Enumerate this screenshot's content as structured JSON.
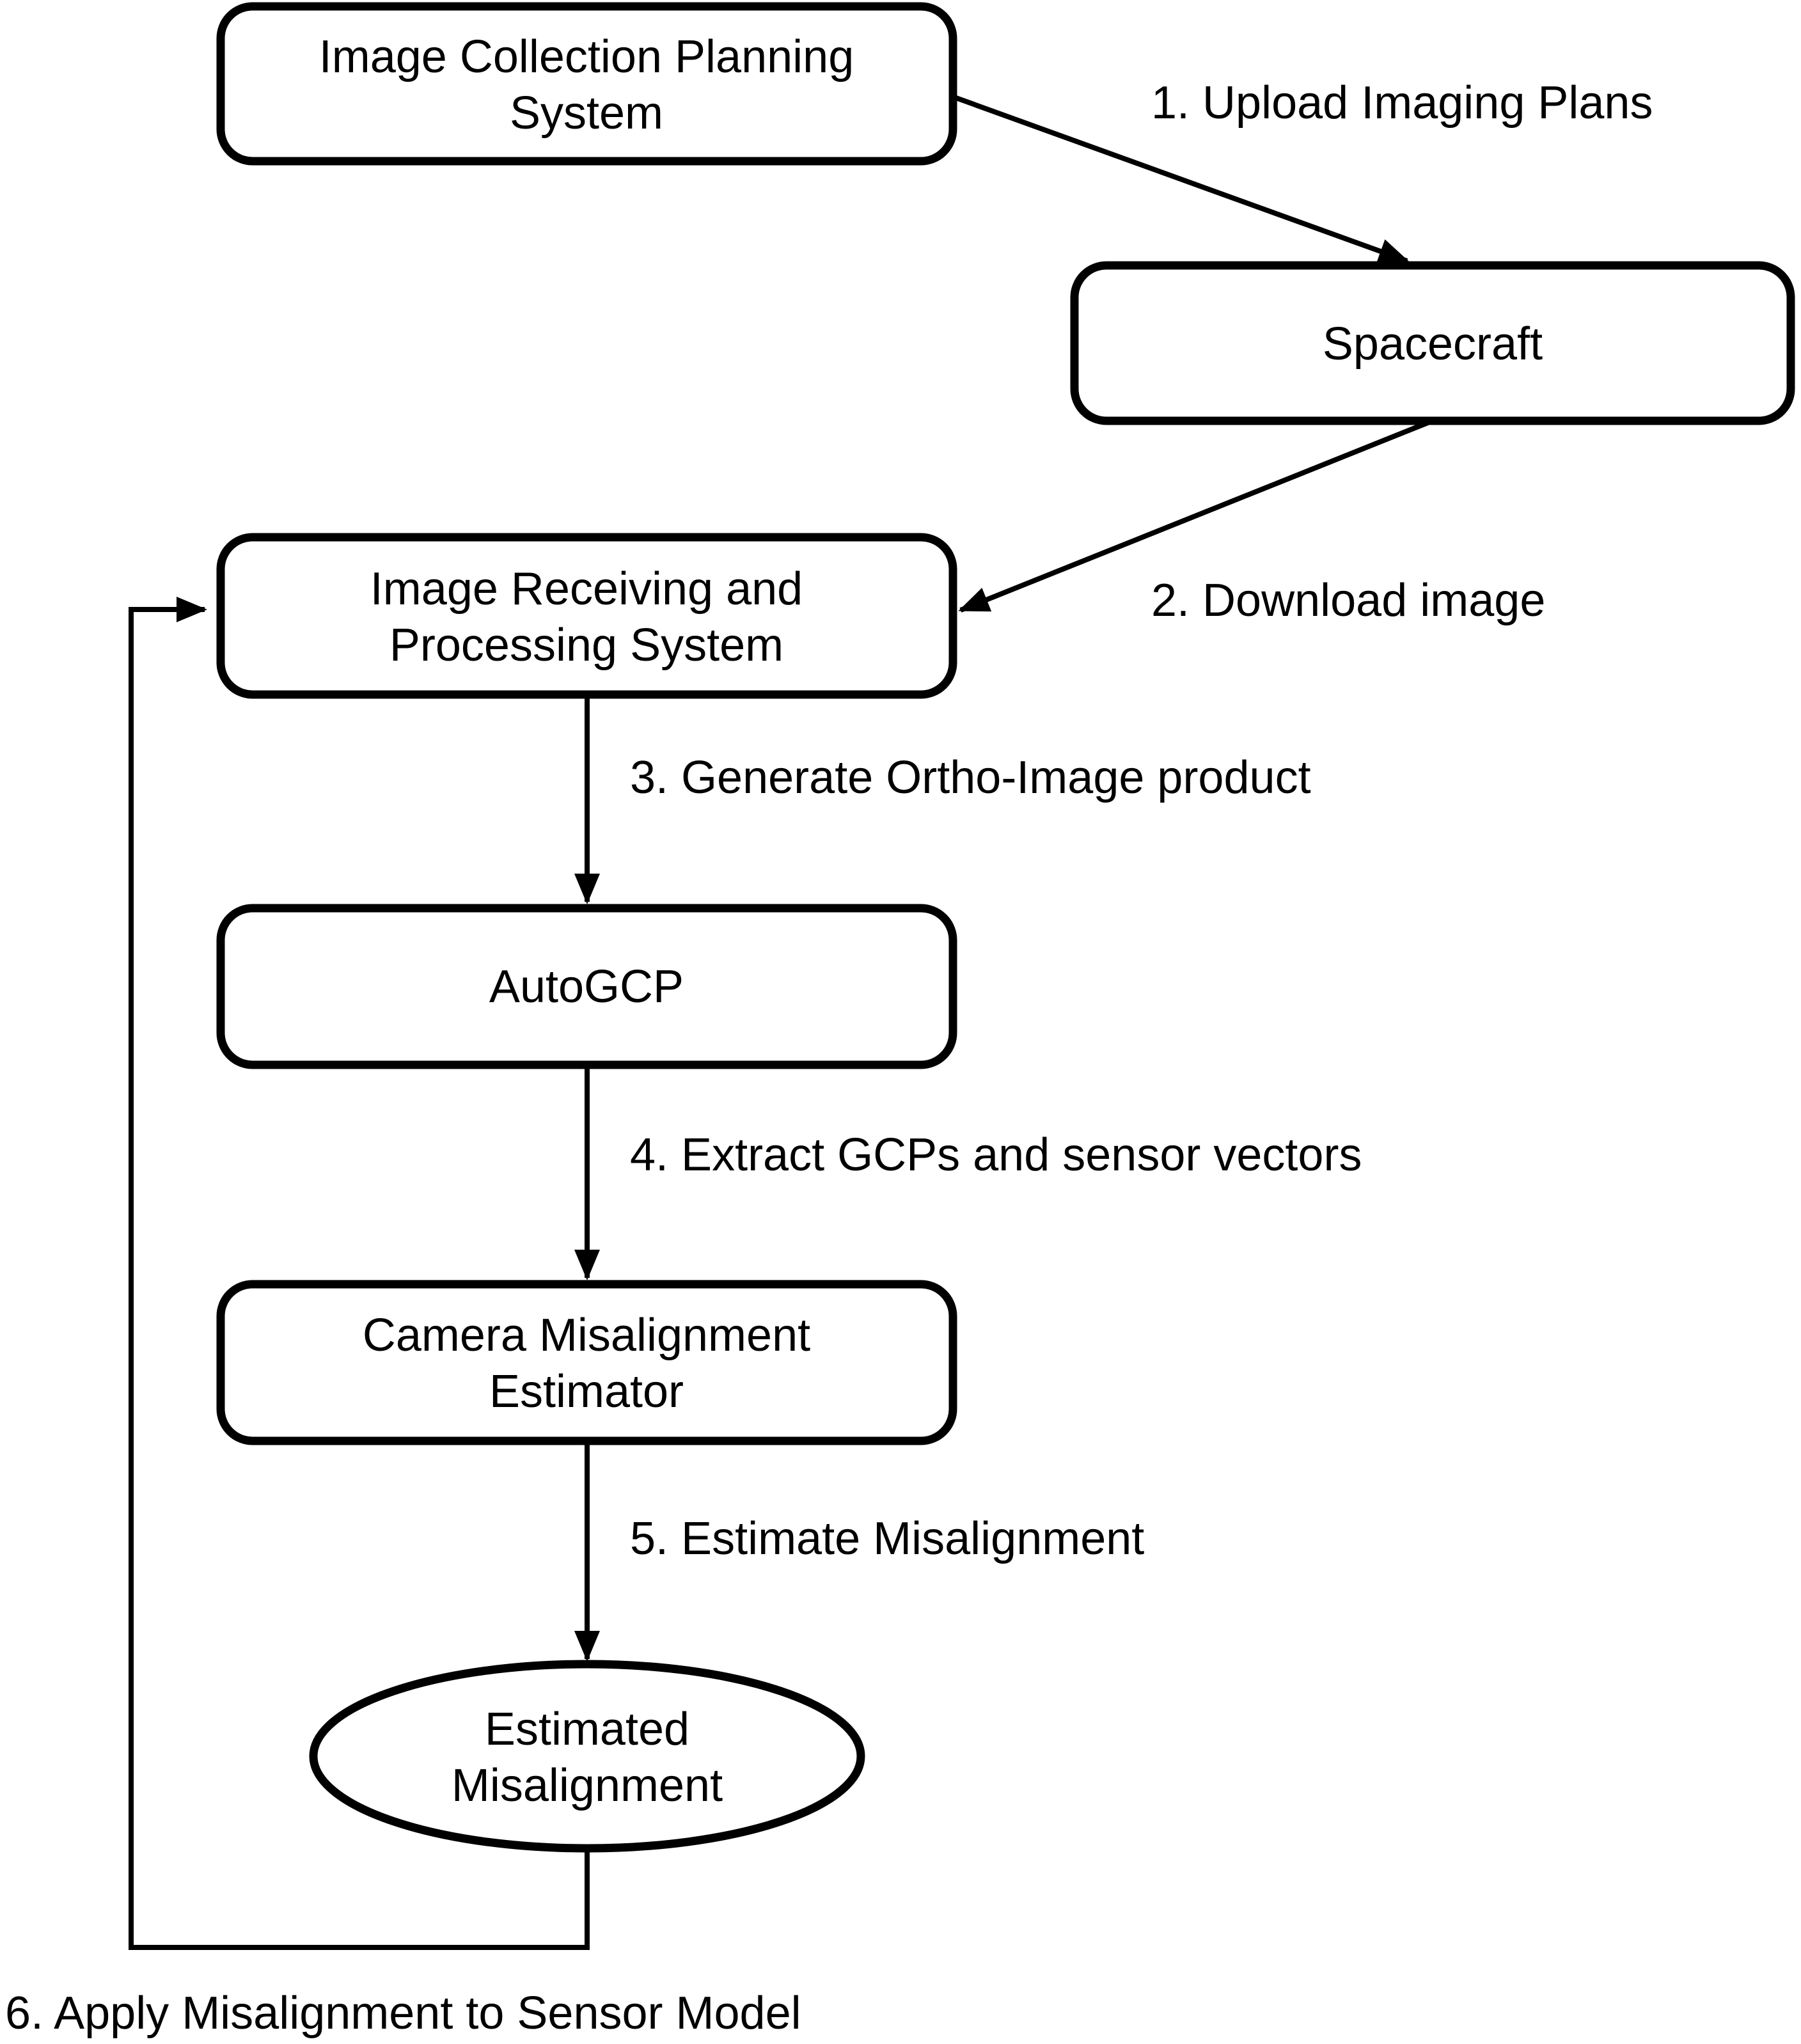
{
  "figure": {
    "type": "flowchart",
    "background_color": "#ffffff",
    "stroke_color": "#000000",
    "nodes": [
      {
        "id": "image-collection-planning-system",
        "shape": "rounded-rect",
        "lines": [
          "Image Collection Planning",
          "System"
        ]
      },
      {
        "id": "spacecraft",
        "shape": "rounded-rect",
        "lines": [
          "Spacecraft"
        ]
      },
      {
        "id": "image-receiving-and-processing-system",
        "shape": "rounded-rect",
        "lines": [
          "Image Receiving and",
          "Processing System"
        ]
      },
      {
        "id": "autogcp",
        "shape": "rounded-rect",
        "lines": [
          "AutoGCP"
        ]
      },
      {
        "id": "camera-misalignment-estimator",
        "shape": "rounded-rect",
        "lines": [
          "Camera Misalignment",
          "Estimator"
        ]
      },
      {
        "id": "estimated-misalignment",
        "shape": "ellipse",
        "lines": [
          "Estimated",
          "Misalignment"
        ]
      }
    ],
    "edges": [
      {
        "step": 1,
        "label": "1. Upload Imaging Plans",
        "from": "image-collection-planning-system",
        "to": "spacecraft"
      },
      {
        "step": 2,
        "label": "2. Download image",
        "from": "spacecraft",
        "to": "image-receiving-and-processing-system"
      },
      {
        "step": 3,
        "label": "3. Generate Ortho-Image product",
        "from": "image-receiving-and-processing-system",
        "to": "autogcp"
      },
      {
        "step": 4,
        "label": "4. Extract GCPs and sensor vectors",
        "from": "autogcp",
        "to": "camera-misalignment-estimator"
      },
      {
        "step": 5,
        "label": "5. Estimate Misalignment",
        "from": "camera-misalignment-estimator",
        "to": "estimated-misalignment"
      },
      {
        "step": 6,
        "label": "6. Apply Misalignment to Sensor Model",
        "from": "estimated-misalignment",
        "to": "image-receiving-and-processing-system"
      }
    ]
  }
}
